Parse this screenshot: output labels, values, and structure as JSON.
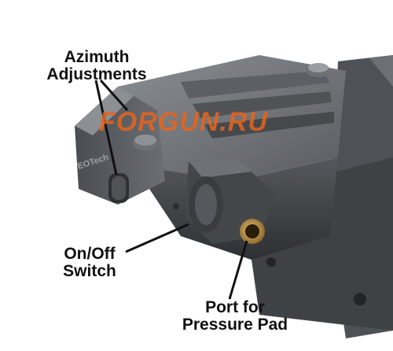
{
  "labels": {
    "azimuth": {
      "line1": "Azimuth",
      "line2": "Adjustments"
    },
    "onoff": {
      "line1": "On/Off",
      "line2": "Switch"
    },
    "port": {
      "line1": "Port for",
      "line2": "Pressure Pad"
    }
  },
  "watermark": "FORGUN.RU",
  "brand_engraving": "EOTech",
  "colors": {
    "body_dark": "#3d3f42",
    "body_mid": "#55585c",
    "body_light": "#7a7d81",
    "brass": "#b8893a",
    "watermark": "#e8641c",
    "text": "#111111"
  }
}
